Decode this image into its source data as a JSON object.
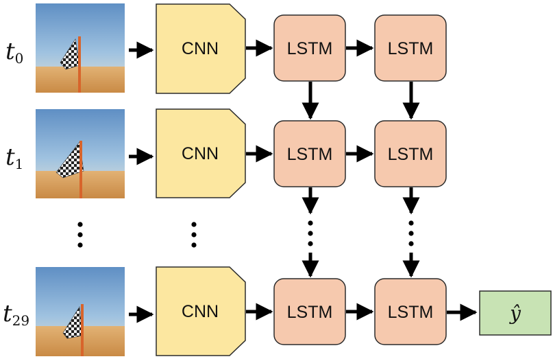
{
  "rows": [
    {
      "time_var": "t",
      "time_sub": "0",
      "cnn_label": "CNN",
      "lstm1_label": "LSTM",
      "lstm2_label": "LSTM"
    },
    {
      "time_var": "t",
      "time_sub": "1",
      "cnn_label": "CNN",
      "lstm1_label": "LSTM",
      "lstm2_label": "LSTM"
    },
    {
      "time_var": "t",
      "time_sub": "29",
      "cnn_label": "CNN",
      "lstm1_label": "LSTM",
      "lstm2_label": "LSTM"
    }
  ],
  "output": {
    "label": "ŷ"
  },
  "ellipsis": "⋮",
  "colors": {
    "cnn_fill": "#FCE7A0",
    "lstm_fill": "#F6C9AE",
    "output_fill": "#C8E3B4",
    "stroke": "#2b2b2b",
    "arrow": "#000000",
    "sky": "#6E9CCB",
    "sand": "#D9A15E",
    "flag_pole": "#D8642B"
  },
  "icons": {
    "frame_thumbnail": "checkered-flag-desert-photo-icon"
  }
}
